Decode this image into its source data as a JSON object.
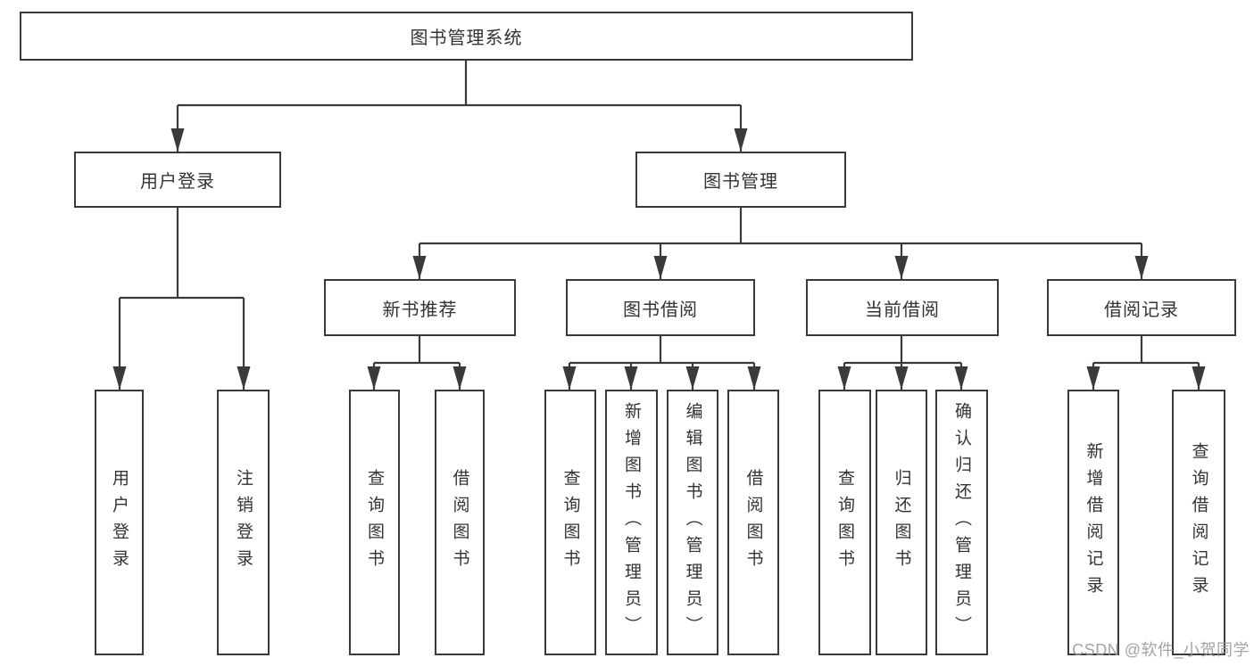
{
  "diagram": {
    "type": "hierarchy-tree",
    "root": {
      "label": "图书管理系统",
      "children": [
        {
          "label": "用户登录",
          "children": [
            {
              "label": "用户登录"
            },
            {
              "label": "注销登录"
            }
          ]
        },
        {
          "label": "图书管理",
          "children": [
            {
              "label": "新书推荐",
              "children": [
                {
                  "label": "查询图书"
                },
                {
                  "label": "借阅图书"
                }
              ]
            },
            {
              "label": "图书借阅",
              "children": [
                {
                  "label": "查询图书"
                },
                {
                  "label": "新增图书（管理员）"
                },
                {
                  "label": "编辑图书（管理员）"
                },
                {
                  "label": "借阅图书"
                }
              ]
            },
            {
              "label": "当前借阅",
              "children": [
                {
                  "label": "查询图书"
                },
                {
                  "label": "归还图书"
                },
                {
                  "label": "确认归还（管理员）"
                }
              ]
            },
            {
              "label": "借阅记录",
              "children": [
                {
                  "label": "新增借阅记录"
                },
                {
                  "label": "查询借阅记录"
                }
              ]
            }
          ]
        }
      ]
    }
  },
  "watermark": "CSDN @软件_小贺同学",
  "colors": {
    "background": "#ffffff",
    "line": "#3a3a3a",
    "box_border": "#3a3a3a",
    "text": "#333333",
    "watermark_text": "#9a9a9a"
  }
}
